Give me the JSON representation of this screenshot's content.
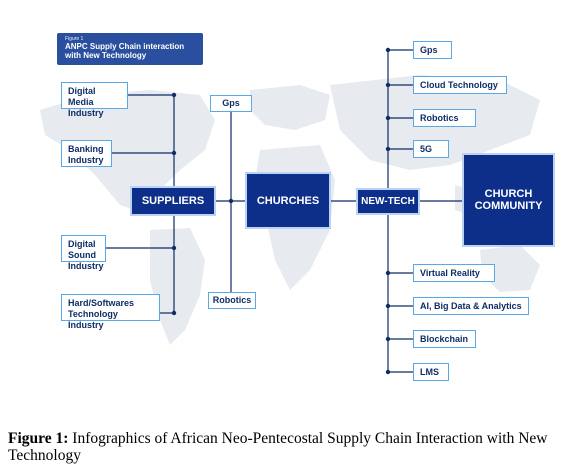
{
  "figure_label": {
    "small": "Figure 1",
    "title": "ANPC Supply Chain interaction with New Technology"
  },
  "left_items": [
    "Digital Media Industry",
    "Banking Industry",
    "Digital Sound Industry",
    "Hard/Softwares Technology Industry"
  ],
  "mid_items": {
    "top": "Gps",
    "bottom": "Robotics"
  },
  "hubs": {
    "suppliers": "SUPPLIERS",
    "churches": "CHURCHES",
    "newtech": "NEW-TECH",
    "community": "CHURCH COMMUNITY"
  },
  "right_items": [
    "Gps",
    "Cloud Technology",
    "Robotics",
    "5G",
    "Virtual Reality",
    "AI, Big Data & Analytics",
    "Blockchain",
    "LMS"
  ],
  "caption": {
    "label": "Figure 1:",
    "text": " Infographics of African Neo-Pentecostal Supply Chain Interaction with New Technology"
  },
  "colors": {
    "hub": "#0d2f8a",
    "border": "#5aa9e6",
    "line": "#0f2d66",
    "map": "#e6e9ee"
  }
}
